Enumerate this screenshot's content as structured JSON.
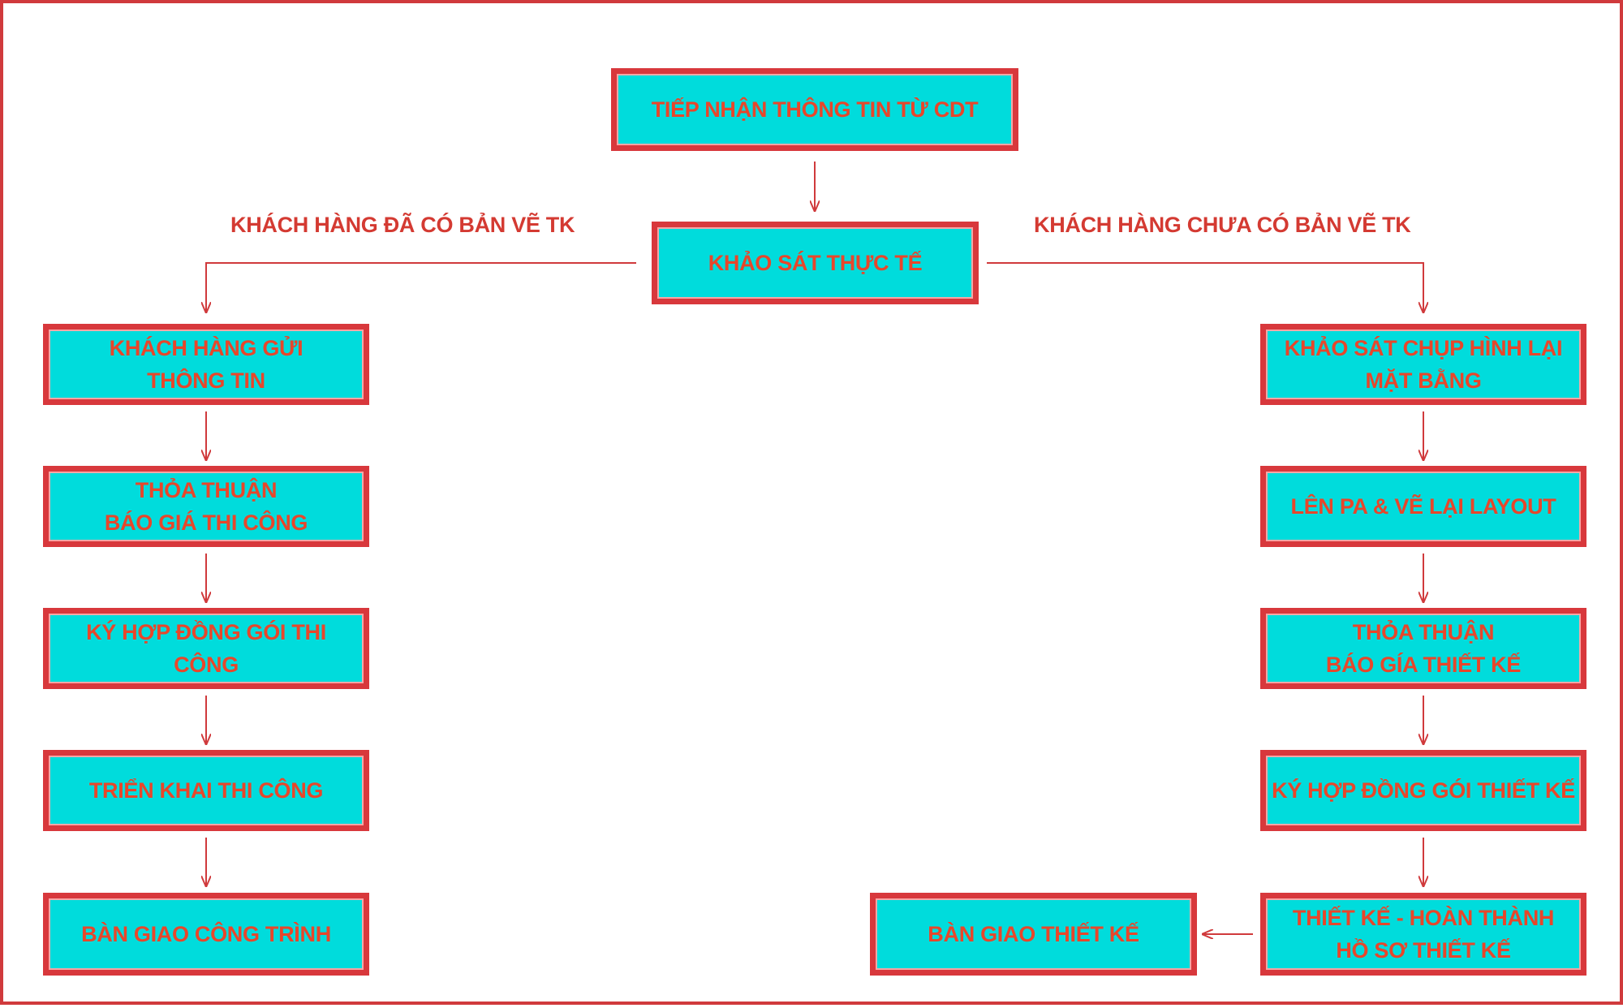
{
  "nodes": {
    "start": "TIẾP NHẬN THÔNG TIN TỪ CDT",
    "survey": "KHẢO SÁT THỰC TẾ",
    "left_1": "KHÁCH HÀNG GỬI\nTHÔNG TIN",
    "left_2": "THỎA THUẬN\nBÁO GIÁ THI CÔNG",
    "left_3": "KÝ HỢP ĐỒNG GÓI THI CÔNG",
    "left_4": "TRIỂN KHAI THI CÔNG",
    "left_5": "BÀN GIAO CÔNG TRÌNH",
    "right_1": "KHẢO SÁT CHỤP HÌNH LẠI\nMẶT BẰNG",
    "right_2": "LÊN PA & VẼ LẠI LAYOUT",
    "right_3": "THỎA THUẬN\nBÁO GÍA THIẾT KẾ",
    "right_4": "KÝ HỢP ĐỒNG GÓI THIẾT KẾ",
    "right_5": "THIẾT KẾ - HOÀN THÀNH\nHỒ SƠ THIẾT KẾ",
    "handover_design": "BÀN GIAO THIẾT KẾ"
  },
  "branches": {
    "left": "KHÁCH HÀNG ĐÃ CÓ BẢN VẼ TK",
    "right": "KHÁCH HÀNG CHƯA CÓ BẢN VẼ TK"
  },
  "colors": {
    "box_fill": "#00dcdc",
    "box_border": "#d8383c",
    "text": "#e8462a",
    "connector": "#d03a3c"
  }
}
